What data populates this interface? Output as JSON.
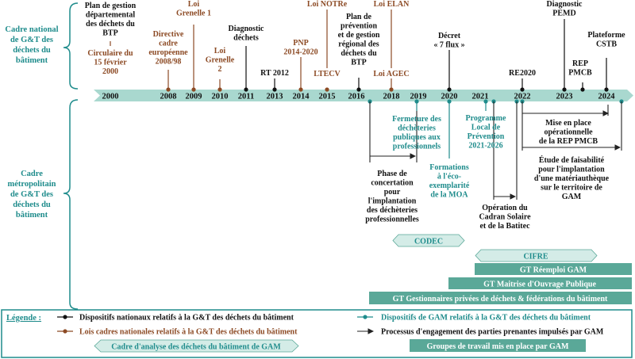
{
  "left_labels": {
    "national": [
      "Cadre national",
      "de G&T des",
      "déchets du",
      "bâtiment"
    ],
    "metro": [
      "Cadre",
      "métropolitain",
      "de G&T des",
      "déchets du",
      "bâtiment"
    ]
  },
  "years": [
    "2000",
    "2008",
    "2009",
    "2010",
    "2011",
    "2013",
    "2014",
    "2015",
    "2016",
    "2018",
    "2019",
    "2020",
    "2021",
    "2022",
    "2023",
    "2024"
  ],
  "national_events": {
    "plan_btp": [
      "Plan de gestion",
      "départemental",
      "des déchets du",
      "BTP"
    ],
    "circulaire": [
      "Circulaire du",
      "15 février",
      "2000"
    ],
    "directive": [
      "Directive",
      "cadre",
      "européenne",
      "2008/98"
    ],
    "grenelle1": [
      "Loi",
      "Grenelle 1"
    ],
    "grenelle2": [
      "Loi",
      "Grenelle",
      "2"
    ],
    "diagnostic": [
      "Diagnostic",
      "déchets"
    ],
    "rt2012": "RT 2012",
    "pnp": [
      "PNP",
      "2014-2020"
    ],
    "notre": "Loi NOTRe",
    "ltecv": "LTECV",
    "prpgd": [
      "Plan de",
      "prévention",
      "et de gestion",
      "régional des",
      "déchets du",
      "BTP"
    ],
    "elan": "Loi ELAN",
    "agec": "Loi AGEC",
    "decret": [
      "Décret",
      "« 7 flux »"
    ],
    "re2020": "RE2020",
    "pemd": [
      "Diagnostic",
      "PEMD"
    ],
    "rep": [
      "REP",
      "PMCB"
    ],
    "cstb": [
      "Plateforme",
      "CSTB"
    ]
  },
  "metro_events": {
    "fermeture": [
      "Fermeture des",
      "déchèteries",
      "publiques aux",
      "professionnels"
    ],
    "concertation": [
      "Phase de",
      "concertation",
      "pour",
      "l'implantation",
      "des déchèteries",
      "professionnelles"
    ],
    "formations": [
      "Formations",
      "à l'éco-",
      "exemplarité",
      "de la MOA"
    ],
    "programme": [
      "Programme",
      "Local de",
      "Prévention",
      "2021-2026"
    ],
    "operation": [
      "Opération du",
      "Cadran Solaire",
      "et de la Batitec"
    ],
    "rep_mise": [
      "Mise en place",
      "opérationnelle",
      "de la REP PMCB"
    ],
    "etude": [
      "Étude de faisabilité",
      "pour l'implantation",
      "d'une matériauthèque",
      "sur le territoire de",
      "GAM"
    ]
  },
  "bars": {
    "codec": "CODEC",
    "cifre": "CIFRE",
    "gt_reemploi": "GT Réemploi GAM",
    "gt_moa": "GT Maitrise d'Ouvrage Publique",
    "gt_gest": "GT Gestionnaires privées de déchets & fédérations du bâtiment"
  },
  "legend": {
    "title": "Légende :",
    "national": "Dispositifs nationaux relatifs à la G&T des déchets du bâtiment",
    "lois": "Lois cadres nationales relatifs à la G&T des déchets du bâtiment",
    "gam": "Dispositifs de GAM relatifs à la G&T des déchets du bâtiment",
    "processus": "Processus d'engagement des parties prenantes impulsés par GAM",
    "cadre": "Cadre d'analyse des déchets du bâtiment de GAM",
    "groupes": "Groupes de travail mis en place par GAM"
  },
  "colors": {
    "black": "#111111",
    "brown": "#8c4a24",
    "teal": "#1f8c8c",
    "band": "#a9d8cf",
    "bar_dark": "#5aa898",
    "bar_light": "#d4ece7"
  }
}
